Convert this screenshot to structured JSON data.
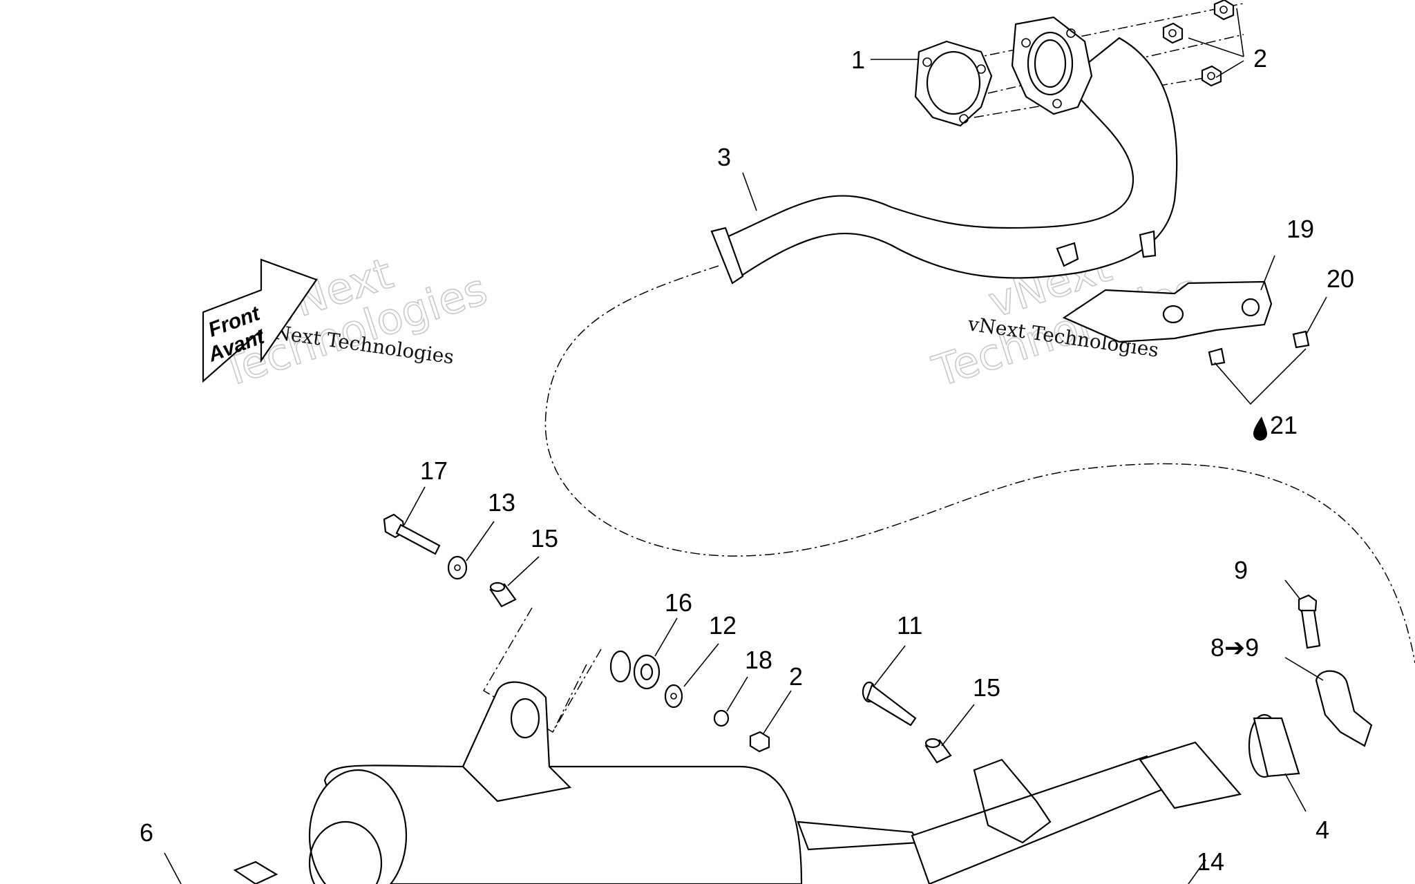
{
  "diagram": {
    "callouts": [
      "1",
      "2",
      "3",
      "19",
      "20",
      "21",
      "17",
      "13",
      "15",
      "16",
      "12",
      "18",
      "2",
      "11",
      "15",
      "9",
      "8➔9",
      "4",
      "14",
      "6"
    ]
  },
  "front_indicator": {
    "line1": "Front",
    "line2": "Avant"
  },
  "watermark": {
    "big_line1": "vNext",
    "big_line2": "Technologies",
    "small": "vNext Technologies"
  }
}
